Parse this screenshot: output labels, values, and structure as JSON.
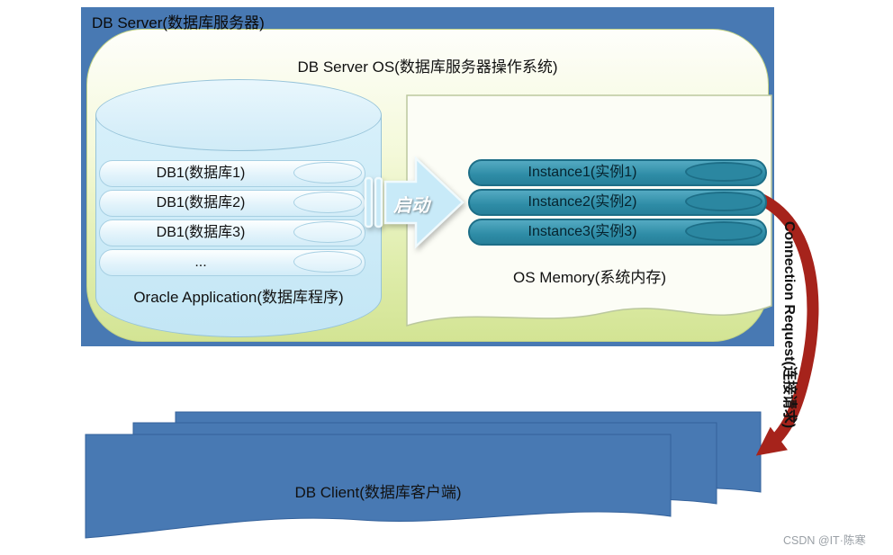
{
  "server": {
    "title": "DB Server(数据库服务器)"
  },
  "os": {
    "title": "DB Server OS(数据库服务器操作系统)"
  },
  "database": {
    "items": [
      "DB1(数据库1)",
      "DB1(数据库2)",
      "DB1(数据库3)",
      "..."
    ],
    "label": "Oracle Application(数据库程序)"
  },
  "start_arrow": {
    "label": "启动"
  },
  "memory": {
    "instances": [
      "Instance1(实例1)",
      "Instance2(实例2)",
      "Instance3(实例3)"
    ],
    "label": "OS Memory(系统内存)"
  },
  "connection": {
    "label": "Connection Request(连接请求)"
  },
  "client": {
    "label": "DB Client(数据库客户端)"
  },
  "watermark": "CSDN @IT·陈寒",
  "colors": {
    "server_blue": "#4879B3",
    "os_gradient_top": "#FEFEFB",
    "os_gradient_bottom": "#D3E494",
    "cylinder_blue": "#CDEBF7",
    "instance_teal": "#2E8CA6",
    "start_arrow_blue": "#C8EAF8",
    "connection_arrow_red": "#A6231B",
    "client_blue": "#4879B3"
  }
}
